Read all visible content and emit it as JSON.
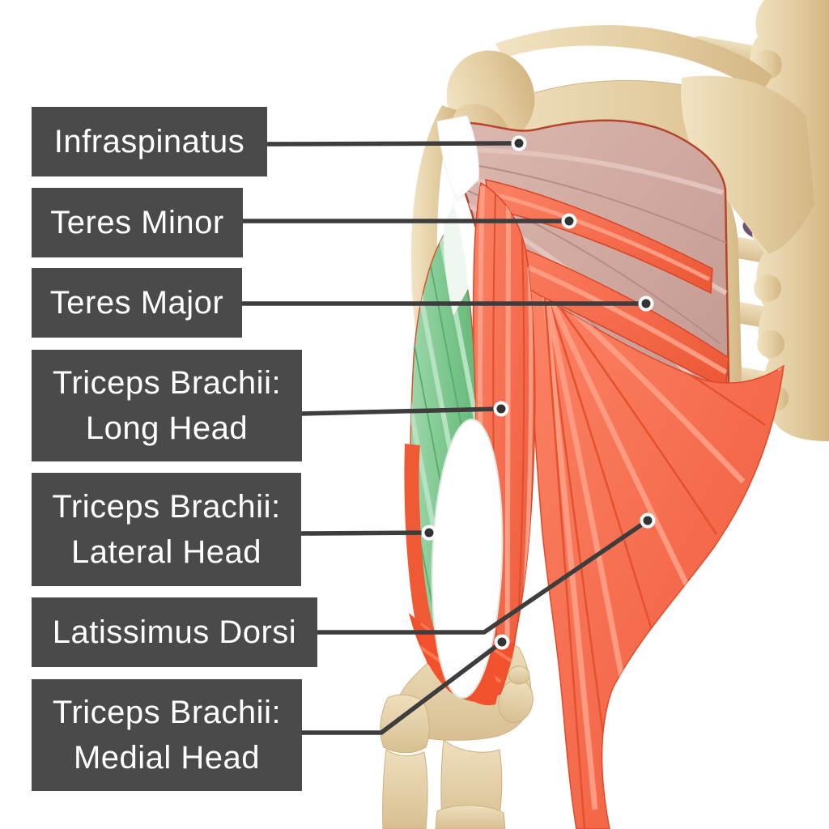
{
  "figure": {
    "type": "anatomical-diagram",
    "subject": "Posterior view of shoulder and upper arm muscles",
    "labels": [
      {
        "text": "Infraspinatus"
      },
      {
        "text": "Teres Minor"
      },
      {
        "text": "Teres Major"
      },
      {
        "text": "Triceps Brachii: Long Head"
      },
      {
        "text": "Triceps Brachii: Lateral Head"
      },
      {
        "text": "Latissimus Dorsi"
      },
      {
        "text": "Triceps Brachii: Medial Head"
      }
    ],
    "colors": {
      "background": "#ffffff",
      "label_box": "#4a4a4a",
      "label_text": "#ffffff",
      "leader_line": "#3d3d3d",
      "leader_dot_core": "#333333",
      "leader_dot_ring": "#ffffff",
      "bone": "#e3cda1",
      "bone_highlight": "#f1e3c3",
      "bone_shadow": "#cdb07e",
      "muscle_salmon": "#f4694a",
      "muscle_salmon_light": "#ff9c82",
      "muscle_red": "#f2512d",
      "muscle_mauve": "#cca49b",
      "muscle_mauve_light": "#e2c4bc",
      "muscle_green": "#7cc78e",
      "muscle_green_light": "#b7e2c1",
      "tendon_white": "#ffffff",
      "cartilage_purple": "#6b5175"
    }
  }
}
